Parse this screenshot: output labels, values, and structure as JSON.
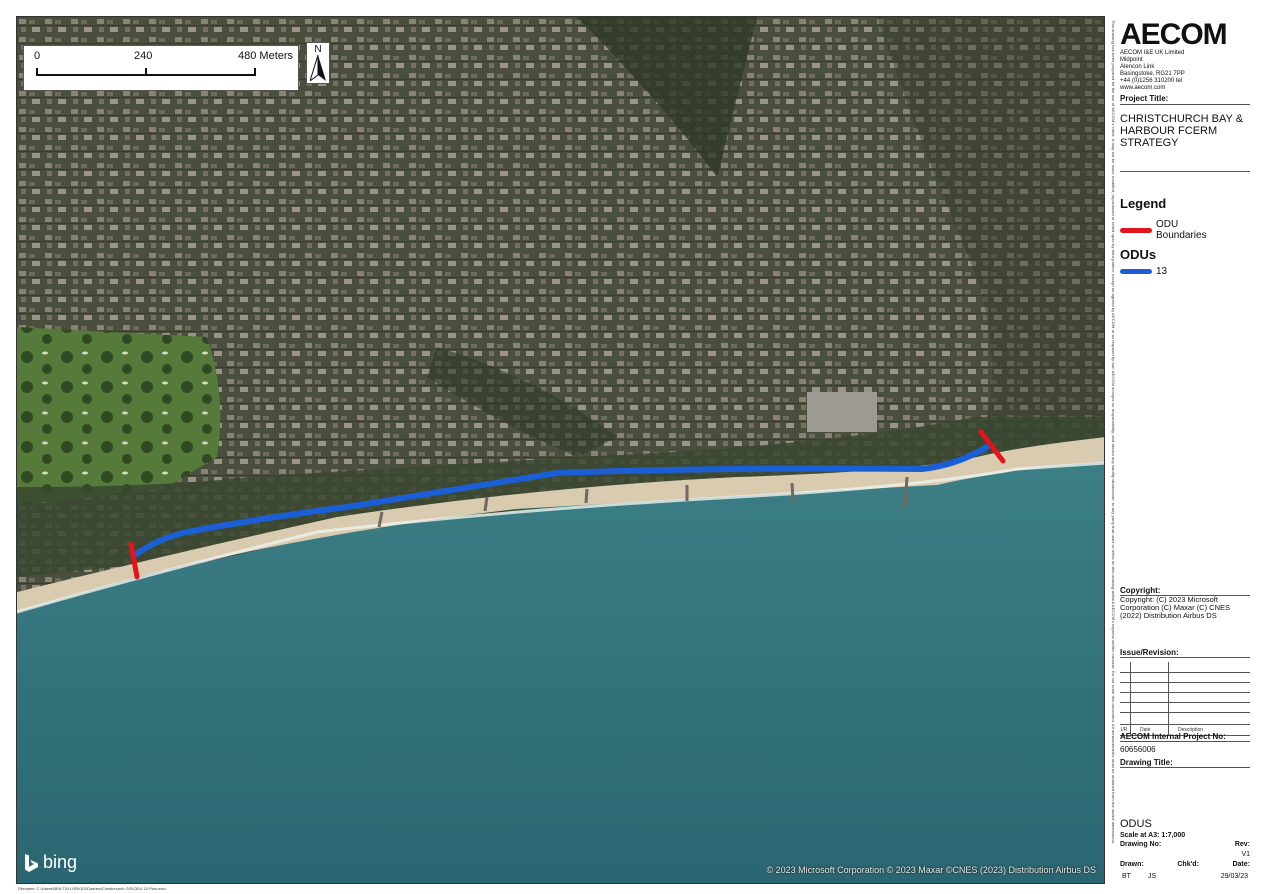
{
  "map": {
    "scale_bar": {
      "ticks": [
        "0",
        "240",
        "480 Meters"
      ]
    },
    "north_letter": "N",
    "provider_logo": "bing",
    "attribution": "© 2023 Microsoft Corporation © 2023 Maxar ©CNES (2023) Distribution Airbus DS",
    "colors": {
      "odu_boundary": "#e3141b",
      "odu_line": "#1b5fd6",
      "sea": "#2f6f78",
      "beach": "#d8cbb0"
    }
  },
  "title_block": {
    "logo_text": "AECOM",
    "company_lines": [
      "AECOM I&E UK Limited",
      "Midpoint",
      "Alencon Link",
      "Basingstoke, RG21 7PP",
      "+44 (0)1256 310200 tel",
      "www.aecom.com"
    ],
    "project_title_heading": "Project Title:",
    "project_title": "CHRISTCHURCH BAY & HARBOUR FCERM STRATEGY",
    "legend_heading": "Legend",
    "legend_boundary_label": "ODU Boundaries",
    "odus_heading": "ODUs",
    "legend_odu_label": "13",
    "copyright_heading": "Copyright:",
    "copyright_text": "Copyright: (C) 2023 Microsoft Corporation (C) Maxar (C) CNES (2022) Distribution Airbus DS",
    "issue_revision_heading": "Issue/Revision:",
    "rev_columns": [
      "I/R",
      "Date",
      "Description"
    ],
    "internal_project_heading": "AECOM Internal Project No:",
    "internal_project_no": "60656006",
    "drawing_title_heading": "Drawing Title:",
    "drawing_title": "ODUS",
    "scale_text": "Scale at A3: 1:7,000",
    "drawing_no_label": "Drawing No:",
    "rev_label": "Rev:",
    "rev_value": "V1",
    "drawn_label": "Drawn:",
    "checked_label": "Chk'd:",
    "date_label": "Date:",
    "drawn_value": "BT",
    "checked_value": "JS",
    "date_value": "29/03/23",
    "vertical_text": "This drawing has been prepared for the use of AECOM's client. It may not be used, modified, reproduced or relied upon by third parties, except as agreed by AECOM or as required by law. AECOM accepts no responsibility, and denies any liability whatsoever, to any party that uses or relies on this drawing without AECOM's express written consent. Do not scale this document. All measurements must be obtained from the stated dimensions."
  },
  "footer_path": "Filename: C:\\Users\\BEN.TAYLOR\\GIS\\Dashes\\Christchurch GIS\\ODU 13 Plan.mxd"
}
